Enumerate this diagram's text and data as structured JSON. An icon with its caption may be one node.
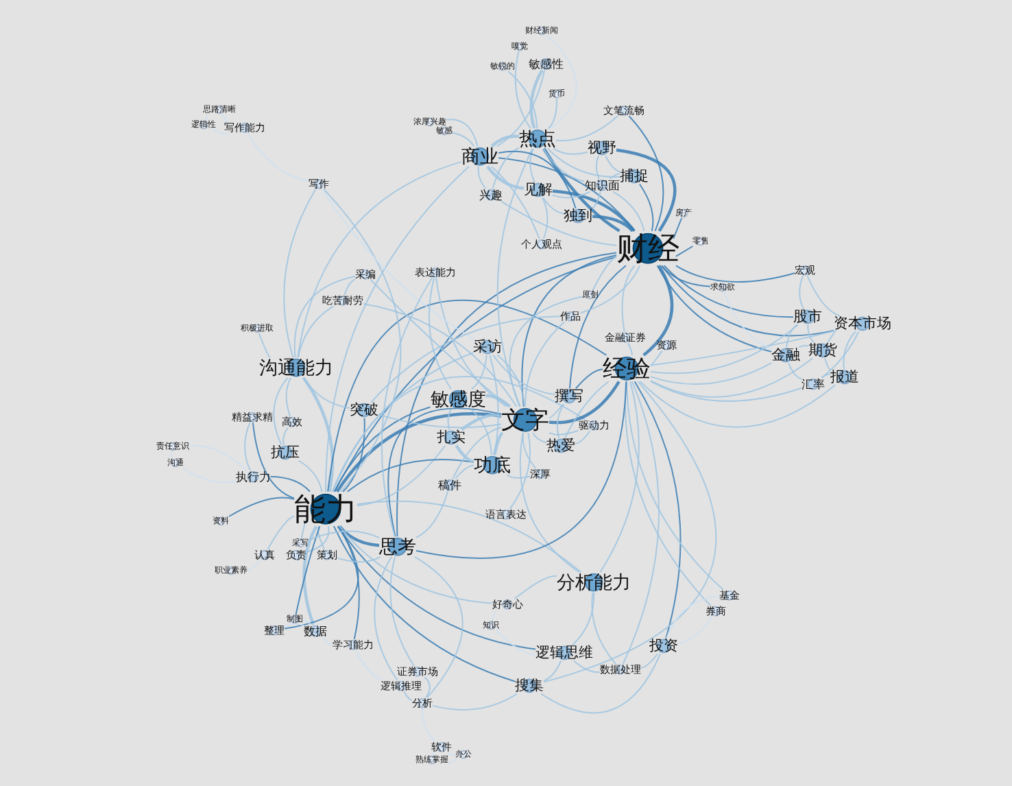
{
  "diagram": {
    "nodes": [
      {
        "text": [
          "财经新闻"
        ]
      },
      {
        "text": [
          "嗅觉"
        ]
      },
      {
        "text": [
          "敏锐的"
        ]
      },
      {
        "text": [
          "敏感性"
        ]
      },
      {
        "text": [
          "货币"
        ]
      },
      {
        "text": [
          "思路清晰"
        ]
      },
      {
        "text": [
          "逻辑性"
        ]
      },
      {
        "text": [
          "写作能力"
        ]
      },
      {
        "text": [
          "浓厚兴趣"
        ]
      },
      {
        "text": [
          "敏感"
        ]
      },
      {
        "text": [
          "文笔流畅"
        ]
      },
      {
        "text": [
          "热点"
        ]
      },
      {
        "text": [
          "商业"
        ]
      },
      {
        "text": [
          "视野"
        ]
      },
      {
        "text": [
          "写作"
        ]
      },
      {
        "text": [
          "捕捉"
        ]
      },
      {
        "text": [
          "知识面"
        ]
      },
      {
        "text": [
          "兴趣"
        ]
      },
      {
        "text": [
          "见解"
        ]
      },
      {
        "text": [
          "独到"
        ]
      },
      {
        "text": [
          "房产"
        ]
      },
      {
        "text": [
          "财经"
        ]
      },
      {
        "text": [
          "零售"
        ]
      },
      {
        "text": [
          "个人观点"
        ]
      },
      {
        "text": [
          "宏观"
        ]
      },
      {
        "text": [
          "采编"
        ]
      },
      {
        "text": [
          "表达能力"
        ]
      },
      {
        "text": [
          "求知欲"
        ]
      },
      {
        "text": [
          "原创"
        ]
      },
      {
        "text": [
          "吃苦耐劳"
        ]
      },
      {
        "text": [
          "作品"
        ]
      },
      {
        "text": [
          "股市"
        ]
      },
      {
        "text": [
          "资本市场"
        ]
      },
      {
        "text": [
          "积极进取"
        ]
      },
      {
        "text": [
          "金融证券"
        ]
      },
      {
        "text": [
          "资源"
        ]
      },
      {
        "text": [
          "期货"
        ]
      },
      {
        "text": [
          "金融"
        ]
      },
      {
        "text": [
          "采访"
        ]
      },
      {
        "text": [
          "沟通能力"
        ]
      },
      {
        "text": [
          "经验"
        ]
      },
      {
        "text": [
          "报道"
        ]
      },
      {
        "text": [
          "汇率"
        ]
      },
      {
        "text": [
          "撰写"
        ]
      },
      {
        "text": [
          "敏感度"
        ]
      },
      {
        "text": [
          "突破"
        ]
      },
      {
        "text": [
          "精益求精"
        ]
      },
      {
        "text": [
          "高效"
        ]
      },
      {
        "text": [
          "文字"
        ]
      },
      {
        "text": [
          "驱动力"
        ]
      },
      {
        "text": [
          "扎实"
        ]
      },
      {
        "text": [
          "热爱"
        ]
      },
      {
        "text": [
          "责任意识"
        ]
      },
      {
        "text": [
          "抗压"
        ]
      },
      {
        "text": [
          "功底"
        ]
      },
      {
        "text": [
          "沟通"
        ]
      },
      {
        "text": [
          "深厚"
        ]
      },
      {
        "text": [
          "执行力"
        ]
      },
      {
        "text": [
          "稿件"
        ]
      },
      {
        "text": [
          "能力"
        ]
      },
      {
        "text": [
          "语言表达"
        ]
      },
      {
        "text": [
          "资料"
        ]
      },
      {
        "text": [
          "采写"
        ]
      },
      {
        "text": [
          "思考"
        ]
      },
      {
        "text": [
          "认真"
        ]
      },
      {
        "text": [
          "负责"
        ]
      },
      {
        "text": [
          "策划"
        ]
      },
      {
        "text": [
          "职业素养"
        ]
      },
      {
        "text": [
          "分析能力"
        ]
      },
      {
        "text": [
          "基金"
        ]
      },
      {
        "text": [
          "好奇心"
        ]
      },
      {
        "text": [
          "券商"
        ]
      },
      {
        "text": [
          "制图"
        ]
      },
      {
        "text": [
          "整理"
        ]
      },
      {
        "text": [
          "数据"
        ]
      },
      {
        "text": [
          "知识"
        ]
      },
      {
        "text": [
          "学习能力"
        ]
      },
      {
        "text": [
          "投资"
        ]
      },
      {
        "text": [
          "逻辑思维"
        ]
      },
      {
        "text": [
          "数据处理"
        ]
      },
      {
        "text": [
          "证券市场"
        ]
      },
      {
        "text": [
          "逻辑推理"
        ]
      },
      {
        "text": [
          "搜集"
        ]
      },
      {
        "text": [
          "分析"
        ]
      },
      {
        "text": [
          "软件"
        ]
      },
      {
        "text": [
          "熟练掌握"
        ]
      },
      {
        "text": [
          "办公"
        ]
      }
    ],
    "edges": [
      {
        "from": 21,
        "to": 11,
        "arrow": "none",
        "style": "thick",
        "color": "#3a7db3"
      },
      {
        "from": 21,
        "to": 12,
        "arrow": "none",
        "color": "#3a7db3"
      },
      {
        "from": 21,
        "to": 13,
        "arrow": "none",
        "style": "thick",
        "color": "#3a7db3"
      },
      {
        "from": 21,
        "to": 15,
        "arrow": "none",
        "color": "#3a7db3"
      },
      {
        "from": 21,
        "to": 16,
        "arrow": "none"
      },
      {
        "from": 21,
        "to": 18,
        "arrow": "none",
        "style": "thick",
        "color": "#3a7db3"
      },
      {
        "from": 21,
        "to": 19,
        "arrow": "none",
        "style": "thick",
        "color": "#3a7db3"
      },
      {
        "from": 21,
        "to": 20,
        "arrow": "none",
        "color": "#3a7db3"
      },
      {
        "from": 21,
        "to": 22,
        "arrow": "none",
        "color": "#3a7db3"
      },
      {
        "from": 21,
        "to": 24,
        "arrow": "none",
        "color": "#3a7db3"
      },
      {
        "from": 21,
        "to": 31,
        "arrow": "none",
        "color": "#3a7db3"
      },
      {
        "from": 21,
        "to": 32,
        "arrow": "none",
        "color": "#3a7db3"
      },
      {
        "from": 21,
        "to": 37,
        "arrow": "none",
        "color": "#3a7db3"
      },
      {
        "from": 21,
        "to": 27,
        "arrow": "none",
        "color": "#3a7db3"
      },
      {
        "from": 21,
        "to": 40,
        "arrow": "none",
        "style": "thick",
        "color": "#3a7db3"
      },
      {
        "from": 21,
        "to": 48,
        "arrow": "none",
        "color": "#3a7db3"
      },
      {
        "from": 21,
        "to": 59,
        "arrow": "none",
        "color": "#3a7db3"
      },
      {
        "from": 21,
        "to": 43,
        "arrow": "none",
        "color": "#3a7db3"
      },
      {
        "from": 21,
        "to": 10,
        "arrow": "none",
        "color": "#3a7db3"
      },
      {
        "from": 21,
        "to": 28,
        "arrow": "none"
      },
      {
        "from": 21,
        "to": 30,
        "arrow": "none"
      },
      {
        "from": 21,
        "to": 34,
        "arrow": "none"
      },
      {
        "from": 21,
        "to": 63,
        "arrow": "none",
        "color": "#3a7db3"
      },
      {
        "from": 21,
        "to": 17,
        "arrow": "none"
      },
      {
        "from": 59,
        "to": 39,
        "arrow": "none",
        "style": "thick"
      },
      {
        "from": 59,
        "to": 45,
        "arrow": "none",
        "color": "#3a7db3"
      },
      {
        "from": 59,
        "to": 53,
        "arrow": "none"
      },
      {
        "from": 59,
        "to": 57,
        "arrow": "none",
        "color": "#3a7db3"
      },
      {
        "from": 59,
        "to": 46,
        "arrow": "none",
        "color": "#3a7db3"
      },
      {
        "from": 59,
        "to": 61,
        "arrow": "none",
        "color": "#3a7db3"
      },
      {
        "from": 59,
        "to": 62,
        "arrow": "none"
      },
      {
        "from": 59,
        "to": 64,
        "arrow": "none"
      },
      {
        "from": 59,
        "to": 65,
        "arrow": "none"
      },
      {
        "from": 59,
        "to": 66,
        "arrow": "none"
      },
      {
        "from": 59,
        "to": 63,
        "arrow": "none",
        "style": "thick",
        "color": "#3a7db3"
      },
      {
        "from": 59,
        "to": 74,
        "arrow": "none",
        "style": "thick"
      },
      {
        "from": 59,
        "to": 73,
        "arrow": "none",
        "color": "#3a7db3"
      },
      {
        "from": 59,
        "to": 72,
        "arrow": "none",
        "color": "#3a7db3"
      },
      {
        "from": 59,
        "to": 76,
        "arrow": "none",
        "color": "#3a7db3"
      },
      {
        "from": 59,
        "to": 48,
        "arrow": "none",
        "style": "thick",
        "color": "#3a7db3"
      },
      {
        "from": 59,
        "to": 44,
        "arrow": "none",
        "color": "#3a7db3"
      },
      {
        "from": 59,
        "to": 50,
        "arrow": "none"
      },
      {
        "from": 59,
        "to": 54,
        "arrow": "none",
        "color": "#3a7db3"
      },
      {
        "from": 59,
        "to": 40,
        "arrow": "none",
        "color": "#3a7db3"
      },
      {
        "from": 59,
        "to": 68,
        "arrow": "none"
      },
      {
        "from": 59,
        "to": 78,
        "arrow": "none",
        "color": "#3a7db3"
      },
      {
        "from": 59,
        "to": 82,
        "arrow": "none",
        "color": "#3a7db3"
      },
      {
        "from": 59,
        "to": 70,
        "arrow": "none"
      },
      {
        "from": 59,
        "to": 12,
        "arrow": "none"
      },
      {
        "from": 59,
        "to": 14,
        "arrow": "none"
      },
      {
        "from": 59,
        "to": 38,
        "arrow": "none"
      },
      {
        "from": 59,
        "to": 49,
        "arrow": "none"
      },
      {
        "from": 48,
        "to": 44,
        "arrow": "none",
        "style": "thick"
      },
      {
        "from": 48,
        "to": 50,
        "arrow": "none",
        "style": "thick"
      },
      {
        "from": 48,
        "to": 54,
        "arrow": "none",
        "style": "thick"
      },
      {
        "from": 48,
        "to": 43,
        "arrow": "none"
      },
      {
        "from": 48,
        "to": 51,
        "arrow": "none"
      },
      {
        "from": 48,
        "to": 49,
        "arrow": "none"
      },
      {
        "from": 48,
        "to": 56,
        "arrow": "none"
      },
      {
        "from": 48,
        "to": 38,
        "arrow": "none"
      },
      {
        "from": 48,
        "to": 45,
        "arrow": "none"
      },
      {
        "from": 48,
        "to": 58,
        "arrow": "none"
      },
      {
        "from": 48,
        "to": 40,
        "arrow": "none",
        "style": "thick",
        "color": "#3a7db3"
      },
      {
        "from": 48,
        "to": 63,
        "arrow": "none",
        "color": "#3a7db3"
      },
      {
        "from": 48,
        "to": 60,
        "arrow": "none"
      },
      {
        "from": 48,
        "to": 26,
        "arrow": "none"
      },
      {
        "from": 48,
        "to": 11,
        "arrow": "none"
      },
      {
        "from": 48,
        "to": 68,
        "arrow": "none"
      },
      {
        "from": 40,
        "to": 34,
        "arrow": "none"
      },
      {
        "from": 40,
        "to": 35,
        "arrow": "none"
      },
      {
        "from": 40,
        "to": 31,
        "arrow": "none"
      },
      {
        "from": 40,
        "to": 32,
        "arrow": "none"
      },
      {
        "from": 40,
        "to": 36,
        "arrow": "none"
      },
      {
        "from": 40,
        "to": 37,
        "arrow": "none"
      },
      {
        "from": 40,
        "to": 41,
        "arrow": "none"
      },
      {
        "from": 40,
        "to": 42,
        "arrow": "none"
      },
      {
        "from": 40,
        "to": 68,
        "arrow": "none"
      },
      {
        "from": 40,
        "to": 77,
        "arrow": "none",
        "color": "#3a7db3"
      },
      {
        "from": 40,
        "to": 71,
        "arrow": "none"
      },
      {
        "from": 40,
        "to": 69,
        "arrow": "none"
      },
      {
        "from": 40,
        "to": 79,
        "arrow": "none"
      },
      {
        "from": 40,
        "to": 51,
        "arrow": "none"
      },
      {
        "from": 40,
        "to": 43,
        "arrow": "none",
        "color": "#3a7db3"
      },
      {
        "from": 40,
        "to": 63,
        "arrow": "none",
        "color": "#3a7db3"
      },
      {
        "from": 40,
        "to": 82,
        "arrow": "none"
      },
      {
        "from": 11,
        "to": 0,
        "arrow": "none",
        "color": "#cfe0f1"
      },
      {
        "from": 11,
        "to": 1,
        "arrow": "none"
      },
      {
        "from": 11,
        "to": 2,
        "arrow": "none"
      },
      {
        "from": 11,
        "to": 3,
        "arrow": "none",
        "style": "thick"
      },
      {
        "from": 11,
        "to": 4,
        "arrow": "none"
      },
      {
        "from": 11,
        "to": 12,
        "arrow": "none",
        "style": "thick"
      },
      {
        "from": 11,
        "to": 13,
        "arrow": "none"
      },
      {
        "from": 11,
        "to": 18,
        "arrow": "none"
      },
      {
        "from": 11,
        "to": 16,
        "arrow": "none"
      },
      {
        "from": 11,
        "to": 10,
        "arrow": "none"
      },
      {
        "from": 11,
        "to": 15,
        "arrow": "none"
      },
      {
        "from": 11,
        "to": 17,
        "arrow": "none"
      },
      {
        "from": 12,
        "to": 8,
        "arrow": "none"
      },
      {
        "from": 12,
        "to": 9,
        "arrow": "none"
      },
      {
        "from": 12,
        "to": 17,
        "arrow": "none"
      },
      {
        "from": 12,
        "to": 18,
        "arrow": "none",
        "style": "thick"
      },
      {
        "from": 12,
        "to": 39,
        "arrow": "none"
      },
      {
        "from": 12,
        "to": 3,
        "arrow": "none"
      },
      {
        "from": 12,
        "to": 19,
        "arrow": "none",
        "color": "#3a7db3"
      },
      {
        "from": 12,
        "to": 23,
        "arrow": "none"
      },
      {
        "from": 5,
        "to": 6,
        "arrow": "none",
        "color": "#cfe0f1"
      },
      {
        "from": 5,
        "to": 7,
        "arrow": "none",
        "color": "#cfe0f1"
      },
      {
        "from": 6,
        "to": 7,
        "arrow": "none",
        "color": "#cfe0f1"
      },
      {
        "from": 7,
        "to": 14,
        "arrow": "none",
        "color": "#cfe0f1"
      },
      {
        "from": 14,
        "to": 38,
        "arrow": "none",
        "color": "#cfe0f1"
      },
      {
        "from": 14,
        "to": 39,
        "arrow": "none"
      },
      {
        "from": 25,
        "to": 39,
        "arrow": "none"
      },
      {
        "from": 25,
        "to": 29,
        "arrow": "none"
      },
      {
        "from": 25,
        "to": 48,
        "arrow": "none"
      },
      {
        "from": 29,
        "to": 39,
        "arrow": "none"
      },
      {
        "from": 29,
        "to": 48,
        "arrow": "none"
      },
      {
        "from": 33,
        "to": 39,
        "arrow": "none"
      },
      {
        "from": 39,
        "to": 45,
        "arrow": "none"
      },
      {
        "from": 39,
        "to": 53,
        "arrow": "none"
      },
      {
        "from": 39,
        "to": 47,
        "arrow": "none"
      },
      {
        "from": 46,
        "to": 57,
        "arrow": "none"
      },
      {
        "from": 47,
        "to": 53,
        "arrow": "none"
      },
      {
        "from": 52,
        "to": 55,
        "arrow": "none",
        "color": "#cfe0f1"
      },
      {
        "from": 52,
        "to": 57,
        "arrow": "none",
        "color": "#cfe0f1"
      },
      {
        "from": 55,
        "to": 57,
        "arrow": "none",
        "color": "#cfe0f1"
      },
      {
        "from": 67,
        "to": 64,
        "arrow": "none",
        "color": "#cfe0f1"
      },
      {
        "from": 66,
        "to": 63,
        "arrow": "none"
      },
      {
        "from": 62,
        "to": 63,
        "arrow": "none"
      },
      {
        "from": 63,
        "to": 80,
        "arrow": "none"
      },
      {
        "from": 63,
        "to": 81,
        "arrow": "none"
      },
      {
        "from": 63,
        "to": 83,
        "arrow": "none"
      },
      {
        "from": 63,
        "to": 58,
        "arrow": "none"
      },
      {
        "from": 74,
        "to": 73,
        "arrow": "none",
        "color": "#cfe0f1"
      },
      {
        "from": 74,
        "to": 72,
        "arrow": "none",
        "color": "#cfe0f1"
      },
      {
        "from": 74,
        "to": 76,
        "arrow": "none",
        "color": "#cfe0f1"
      },
      {
        "from": 76,
        "to": 81,
        "arrow": "none",
        "color": "#cfe0f1"
      },
      {
        "from": 83,
        "to": 82,
        "arrow": "none"
      },
      {
        "from": 83,
        "to": 84,
        "arrow": "none",
        "color": "#cfe0f1"
      },
      {
        "from": 84,
        "to": 85,
        "arrow": "none",
        "color": "#cfe0f1"
      },
      {
        "from": 84,
        "to": 86,
        "arrow": "none",
        "color": "#cfe0f1"
      },
      {
        "from": 85,
        "to": 86,
        "arrow": "none",
        "color": "#cfe0f1"
      },
      {
        "from": 80,
        "to": 83,
        "arrow": "none"
      },
      {
        "from": 81,
        "to": 83,
        "arrow": "none"
      },
      {
        "from": 82,
        "to": 78,
        "arrow": "none"
      },
      {
        "from": 78,
        "to": 68,
        "arrow": "none"
      },
      {
        "from": 78,
        "to": 79,
        "arrow": "none"
      },
      {
        "from": 79,
        "to": 77,
        "arrow": "none"
      },
      {
        "from": 77,
        "to": 69,
        "arrow": "none",
        "color": "#cfe0f1"
      },
      {
        "from": 77,
        "to": 71,
        "arrow": "none",
        "color": "#cfe0f1"
      },
      {
        "from": 82,
        "to": 77,
        "arrow": "none"
      },
      {
        "from": 68,
        "to": 70,
        "arrow": "none"
      },
      {
        "from": 70,
        "to": 75,
        "arrow": "none",
        "color": "#cfe0f1"
      },
      {
        "from": 75,
        "to": 78,
        "arrow": "none",
        "color": "#cfe0f1"
      },
      {
        "from": 68,
        "to": 79,
        "arrow": "none"
      },
      {
        "from": 31,
        "to": 36,
        "arrow": "none"
      },
      {
        "from": 31,
        "to": 37,
        "arrow": "none"
      },
      {
        "from": 32,
        "to": 36,
        "arrow": "none"
      },
      {
        "from": 32,
        "to": 41,
        "arrow": "none"
      },
      {
        "from": 32,
        "to": 42,
        "arrow": "none"
      },
      {
        "from": 36,
        "to": 37,
        "arrow": "none"
      },
      {
        "from": 36,
        "to": 41,
        "arrow": "none"
      },
      {
        "from": 37,
        "to": 42,
        "arrow": "none"
      },
      {
        "from": 41,
        "to": 42,
        "arrow": "none"
      },
      {
        "from": 24,
        "to": 31,
        "arrow": "none"
      },
      {
        "from": 24,
        "to": 32,
        "arrow": "none"
      },
      {
        "from": 27,
        "to": 37,
        "arrow": "none",
        "color": "#cfe0f1"
      },
      {
        "from": 44,
        "to": 38,
        "arrow": "none"
      },
      {
        "from": 44,
        "to": 50,
        "arrow": "none"
      },
      {
        "from": 44,
        "to": 54,
        "arrow": "none"
      },
      {
        "from": 50,
        "to": 54,
        "arrow": "none",
        "style": "thick"
      },
      {
        "from": 38,
        "to": 54,
        "arrow": "none"
      },
      {
        "from": 38,
        "to": 43,
        "arrow": "none"
      },
      {
        "from": 54,
        "to": 58,
        "arrow": "none"
      },
      {
        "from": 54,
        "to": 56,
        "arrow": "none"
      },
      {
        "from": 43,
        "to": 51,
        "arrow": "none"
      },
      {
        "from": 51,
        "to": 49,
        "arrow": "none"
      },
      {
        "from": 18,
        "to": 19,
        "arrow": "none"
      },
      {
        "from": 18,
        "to": 16,
        "arrow": "none"
      },
      {
        "from": 19,
        "to": 16,
        "arrow": "none"
      },
      {
        "from": 13,
        "to": 15,
        "arrow": "none"
      },
      {
        "from": 13,
        "to": 16,
        "arrow": "none"
      },
      {
        "from": 15,
        "to": 16,
        "arrow": "none"
      },
      {
        "from": 23,
        "to": 18,
        "arrow": "none"
      },
      {
        "from": 28,
        "to": 48,
        "arrow": "none"
      },
      {
        "from": 30,
        "to": 48,
        "arrow": "none"
      },
      {
        "from": 30,
        "to": 45,
        "arrow": "none"
      },
      {
        "from": 26,
        "to": 44,
        "arrow": "none"
      },
      {
        "from": 26,
        "to": 63,
        "arrow": "none"
      }
    ]
  }
}
